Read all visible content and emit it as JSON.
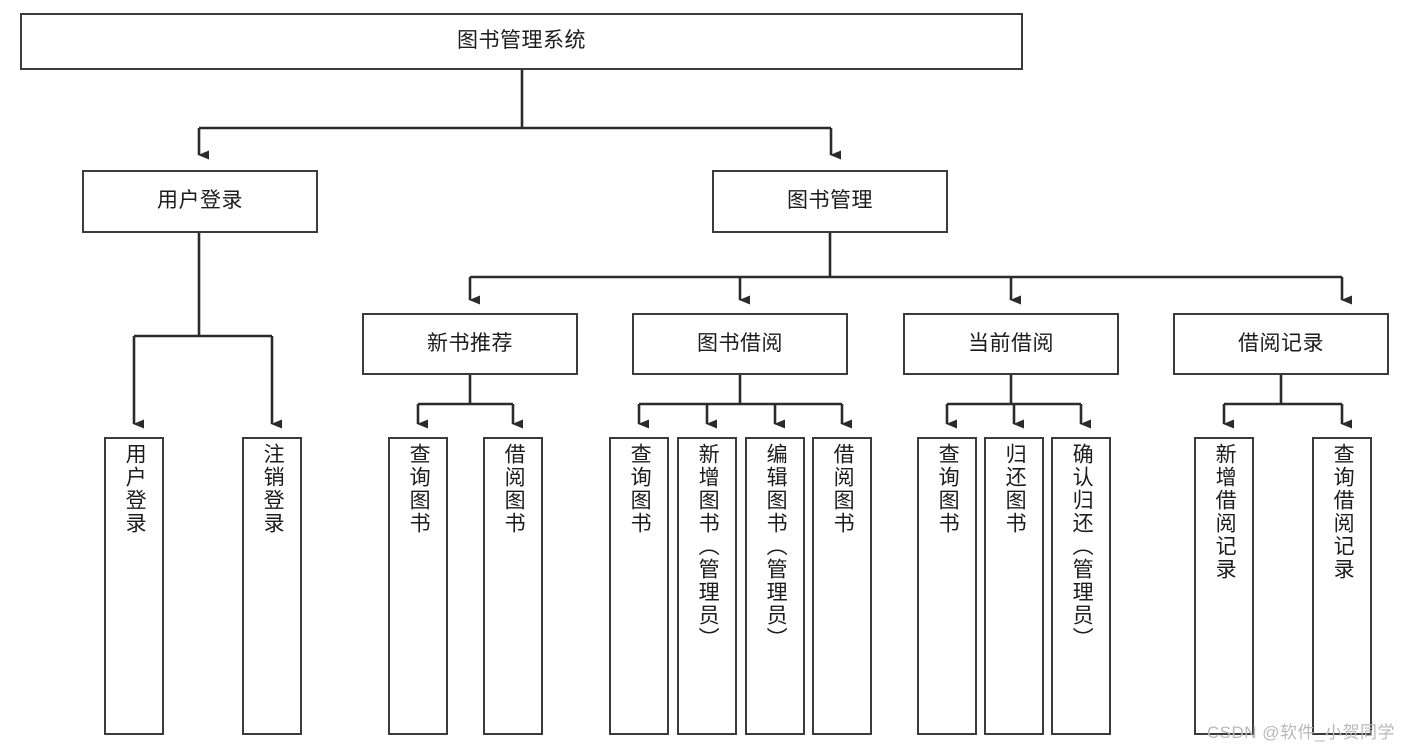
{
  "diagram": {
    "type": "tree-hierarchy",
    "title": "图书管理系统",
    "root": {
      "label": "图书管理系统"
    },
    "level2": [
      {
        "label": "用户登录"
      },
      {
        "label": "图书管理"
      }
    ],
    "level3": [
      {
        "label": "新书推荐"
      },
      {
        "label": "图书借阅"
      },
      {
        "label": "当前借阅"
      },
      {
        "label": "借阅记录"
      }
    ],
    "leaves": {
      "user_login": [
        {
          "label": "用户登录"
        },
        {
          "label": "注销登录"
        }
      ],
      "new_book_recommend": [
        {
          "label": "查询图书"
        },
        {
          "label": "借阅图书"
        }
      ],
      "book_borrow": [
        {
          "label": "查询图书"
        },
        {
          "label": "新增图书（管理员）"
        },
        {
          "label": "编辑图书（管理员）"
        },
        {
          "label": "借阅图书"
        }
      ],
      "current_borrow": [
        {
          "label": "查询图书"
        },
        {
          "label": "归还图书"
        },
        {
          "label": "确认归还（管理员）"
        }
      ],
      "borrow_record": [
        {
          "label": "新增借阅记录"
        },
        {
          "label": "查询借阅记录"
        }
      ]
    }
  },
  "watermark": {
    "text": "CSDN @软件_小贺同学"
  },
  "colors": {
    "border": "#3b3b3b",
    "text": "#1c1c1c",
    "background": "#ffffff",
    "watermark": "#b9b9b9"
  }
}
